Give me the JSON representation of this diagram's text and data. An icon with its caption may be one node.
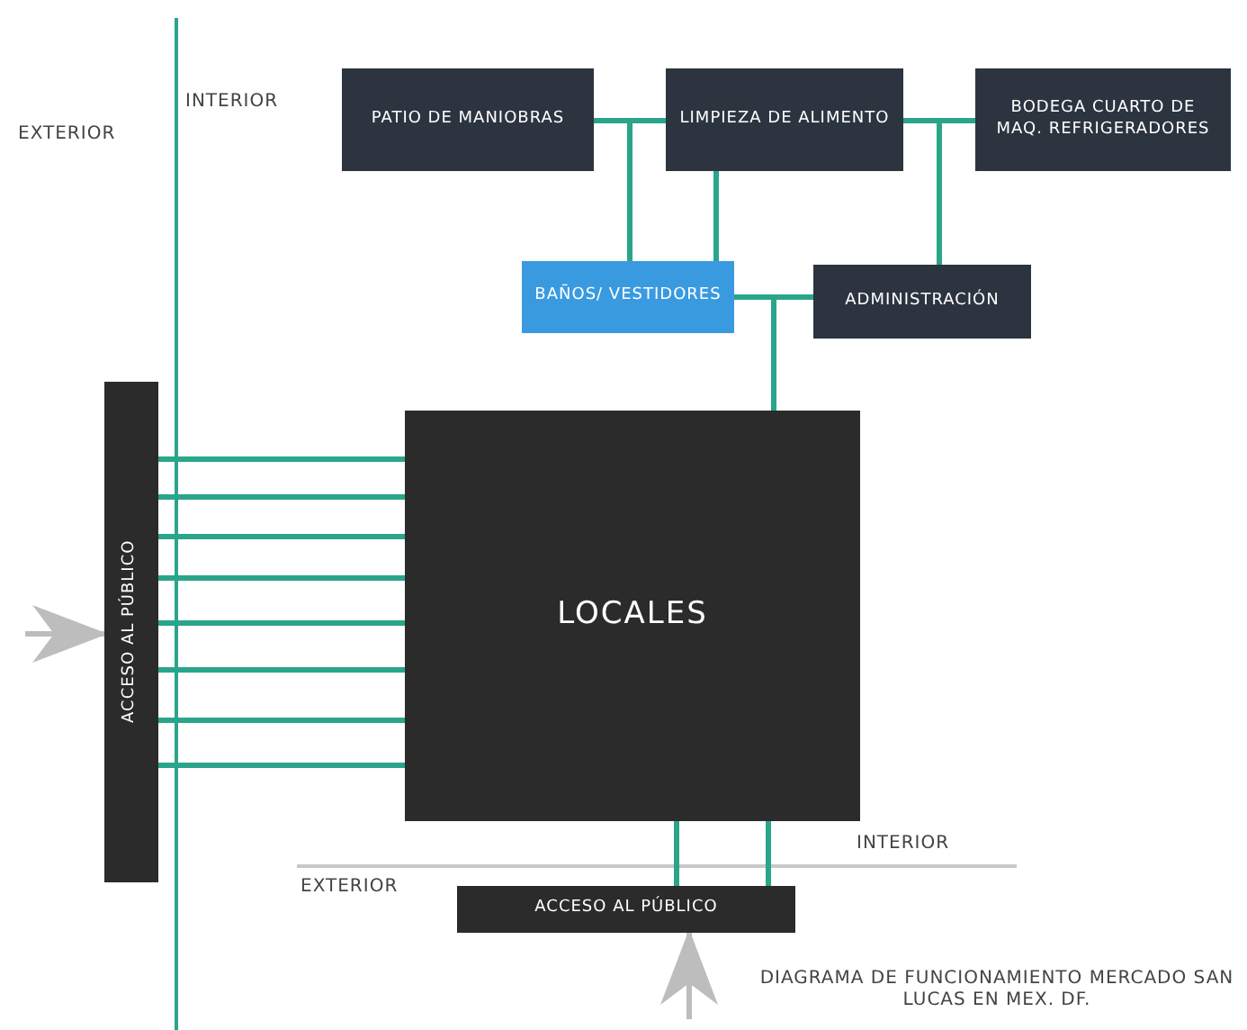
{
  "diagram": {
    "caption": "DIAGRAMA DE FUNCIONAMIENTO MERCADO SAN LUCAS EN MEX. DF.",
    "nodes": [
      {
        "text": [
          "PATIO DE MANIOBRAS"
        ]
      },
      {
        "text": [
          "LIMPIEZA DE ALIMENTO"
        ]
      },
      {
        "text": [
          "BODEGA CUARTO DE MAQ. REFRIGERADORES"
        ]
      },
      {
        "text": [
          "BAÑOS/ VESTIDORES"
        ]
      },
      {
        "text": [
          "ADMINISTRACIÓN"
        ]
      },
      {
        "text": [
          "LOCALES"
        ]
      },
      {
        "text": [
          "ACCESO AL PÚBLICO"
        ]
      },
      {
        "text": [
          "ACCESO AL PÚBLICO"
        ]
      }
    ],
    "edges": [
      {
        "from": 0,
        "to": 1,
        "arrow": "none"
      },
      {
        "from": 0,
        "to": 3,
        "arrow": "none"
      },
      {
        "from": 1,
        "to": 3,
        "arrow": "none"
      },
      {
        "from": 1,
        "to": 2,
        "arrow": "none"
      },
      {
        "from": 2,
        "to": 4,
        "arrow": "none"
      },
      {
        "from": 3,
        "to": 4,
        "arrow": "none"
      },
      {
        "from": 3,
        "to": 5,
        "arrow": "none"
      },
      {
        "from": 6,
        "to": 5,
        "arrow": "none"
      },
      {
        "from": 6,
        "to": 5,
        "arrow": "none"
      },
      {
        "from": 6,
        "to": 5,
        "arrow": "none"
      },
      {
        "from": 6,
        "to": 5,
        "arrow": "none"
      },
      {
        "from": 6,
        "to": 5,
        "arrow": "none"
      },
      {
        "from": 6,
        "to": 5,
        "arrow": "none"
      },
      {
        "from": 6,
        "to": 5,
        "arrow": "none"
      },
      {
        "from": 6,
        "to": 5,
        "arrow": "none"
      },
      {
        "from": 5,
        "to": 7,
        "arrow": "none"
      },
      {
        "from": 5,
        "to": 7,
        "arrow": "none"
      },
      {
        "from": null,
        "to": 6,
        "arrow": "to",
        "color": "#bdbdbd"
      },
      {
        "from": null,
        "to": 7,
        "arrow": "to",
        "color": "#bdbdbd"
      }
    ],
    "labels": [
      "INTERIOR",
      "EXTERIOR",
      "INTERIOR",
      "EXTERIOR"
    ]
  }
}
